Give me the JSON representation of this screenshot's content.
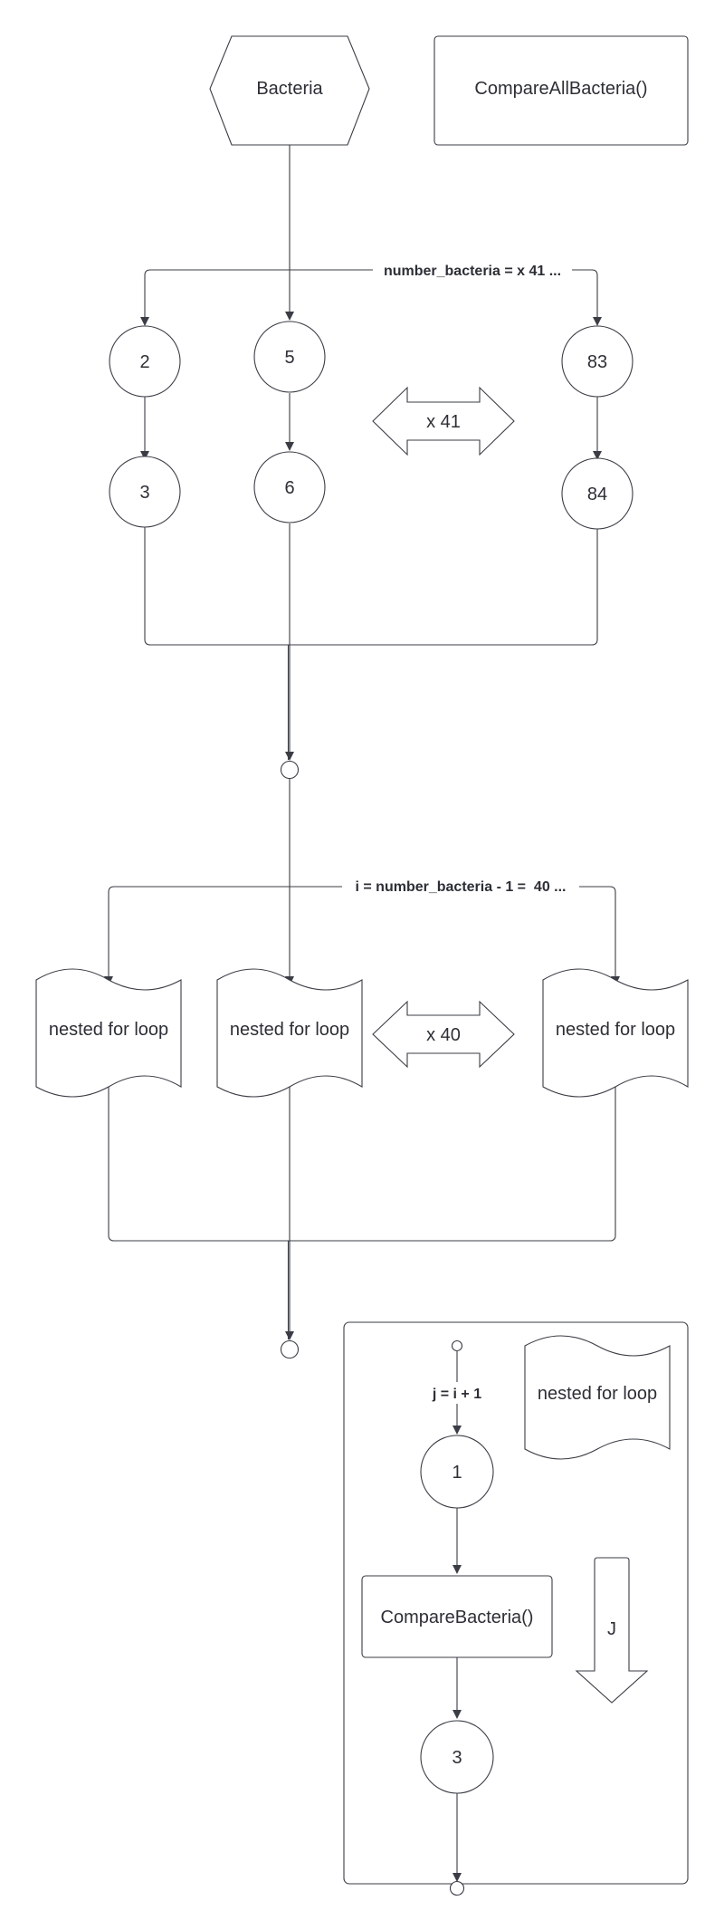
{
  "diagram": {
    "bacteria_label": "Bacteria",
    "compare_all_label": "CompareAllBacteria()",
    "edge_number_bacteria": "number_bacteria = x 41 ...",
    "col1_top": "2",
    "col1_bottom": "3",
    "col2_top": "5",
    "col2_bottom": "6",
    "col3_top": "83",
    "col3_bottom": "84",
    "repeat_top": "x 41",
    "edge_i": "i = number_bacteria - 1 =  40 ...",
    "loop1_label": "nested for loop",
    "loop2_label": "nested for loop",
    "loop3_label": "nested for loop",
    "repeat_mid": "x 40",
    "inset": {
      "edge_j": "j = i + 1",
      "step1": "1",
      "compare_label": "CompareBacteria()",
      "step3": "3",
      "doc_label": "nested for loop",
      "arrow_label": "J"
    }
  },
  "colors": {
    "stroke": "#3b3d45",
    "text": "#2d2f36",
    "background": "#ffffff"
  }
}
